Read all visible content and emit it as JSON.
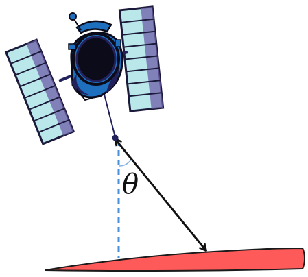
{
  "diagram": {
    "angle_label": "θ",
    "elements": {
      "satellite": "satellite-icon",
      "surface": "ground-surface",
      "nadir_line": "dashed-vertical-line",
      "view_line": "viewing-arrow"
    }
  },
  "colors": {
    "panel_fill": "#b9e7ea",
    "panel_shade": "#6f5fa8",
    "panel_outline": "#1c1a3a",
    "body_dark": "#0b0b1a",
    "body_blue": "#1f6fbf",
    "body_navy": "#23215a",
    "ground": "#ff5a5a",
    "nadir_line": "#4a90d9",
    "arrow": "#111111",
    "angle_arc": "#7fb2e5"
  }
}
